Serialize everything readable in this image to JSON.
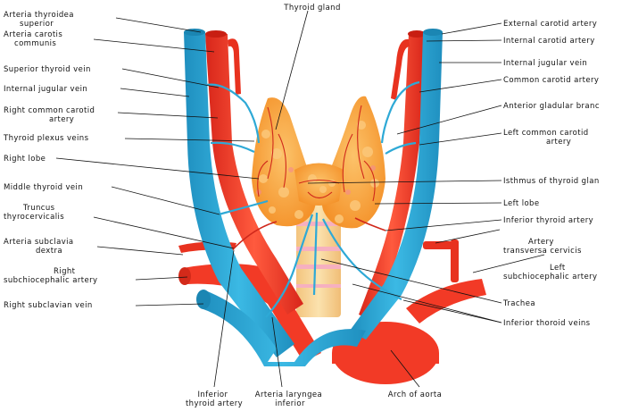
{
  "labels": {
    "arteria_thyroidea_superior": [
      "Arteria thyroidea",
      "superior"
    ],
    "arteria_carotis_communis": [
      "Arteria carotis",
      "communis"
    ],
    "superior_thyroid_vein": "Superior thyroid vein",
    "internal_jugular_vein_left": "Internal jugular vein",
    "right_common_carotid_artery": [
      "Right common carotid",
      "artery"
    ],
    "thyroid_plexus_veins": "Thyroid plexus veins",
    "right_lobe": "Right lobe",
    "middle_thyroid_vein": "Middle thyroid vein",
    "truncus_thyrocervicalis": [
      "Truncus",
      "thyrocervicalis"
    ],
    "arteria_subclavia_dextra": [
      "Arteria subclavia",
      "dextra"
    ],
    "right_subchiocephalic_artery": [
      "Right",
      "subchiocephalic artery"
    ],
    "right_subclavian_vein": "Right subclavian  vein",
    "thyroid_gland": "Thyroid  gland",
    "external_carotid_artery": "External carotid artery",
    "internal_carotid_artery": "Internal carotid artery",
    "internal_jugular_vein_right": "Internal jugular vein",
    "common_carotid_artery": "Common carotid artery",
    "anterior_gladular_branch": "Anterior gladular branc",
    "left_common_carotid_artery": [
      "Left common carotid",
      "artery"
    ],
    "isthmus_of_thyroid_gland": "Isthmus of thyroid glan",
    "left_lobe": "Left  lobe",
    "inferior_thyroid_artery_right": "Inferior thyroid artery",
    "artery_transversa_cervicis": [
      "Artery",
      "transversa cervicis"
    ],
    "left_subchiocephalic_artery": [
      "Left",
      "subchiocephalic artery"
    ],
    "trachea": "Trachea",
    "inferior_thoroid_veins": "Inferior thoroid veins",
    "inferior_thyroid_artery_bottom": [
      "Inferior",
      "thyroid artery"
    ],
    "arteria_laryngea_inferior": [
      "Arteria laryngea",
      "inferior"
    ],
    "arch_of_aorta": "Arch of aorta"
  },
  "colors": {
    "artery": "#f23a26",
    "artery_dark": "#c81e12",
    "vein": "#2ea9d6",
    "vein_dark": "#1b86b3",
    "gland": "#f7a23a",
    "gland_light": "#fcc066",
    "trachea": "#f9d79c",
    "trachea_ring": "#f6b0c0"
  }
}
